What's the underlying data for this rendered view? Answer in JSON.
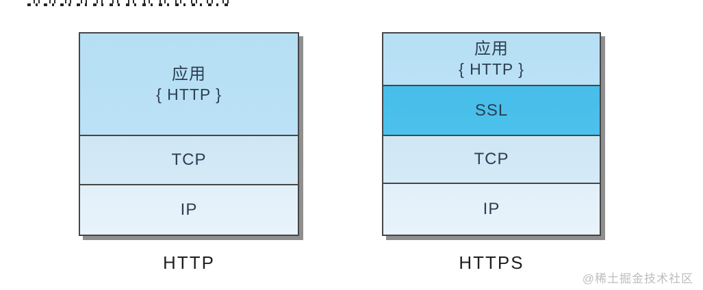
{
  "colors": {
    "page_bg": "#ffffff",
    "app_layer": "#bae1f5",
    "ssl_layer": "#4cc1ec",
    "tcp_layer": "#d5eaf7",
    "ip_layer": "#e8f3fb",
    "stack_border": "#454545",
    "stack_shadow": "#8f8f8f",
    "layer_text": "#2c3e50",
    "caption_text": "#1f1f1f",
    "watermark_text": "#bdbdbd"
  },
  "diagram": {
    "left_stack": {
      "caption": "HTTP",
      "layers": [
        {
          "title": "应用",
          "subtitle": "{ HTTP }"
        },
        {
          "title": "TCP"
        },
        {
          "title": "IP"
        }
      ]
    },
    "right_stack": {
      "caption": "HTTPS",
      "layers": [
        {
          "title": "应用",
          "subtitle": "{ HTTP }"
        },
        {
          "title": "SSL"
        },
        {
          "title": "TCP"
        },
        {
          "title": "IP"
        }
      ]
    }
  },
  "watermark": {
    "text": "@稀土掘金技术社区"
  }
}
